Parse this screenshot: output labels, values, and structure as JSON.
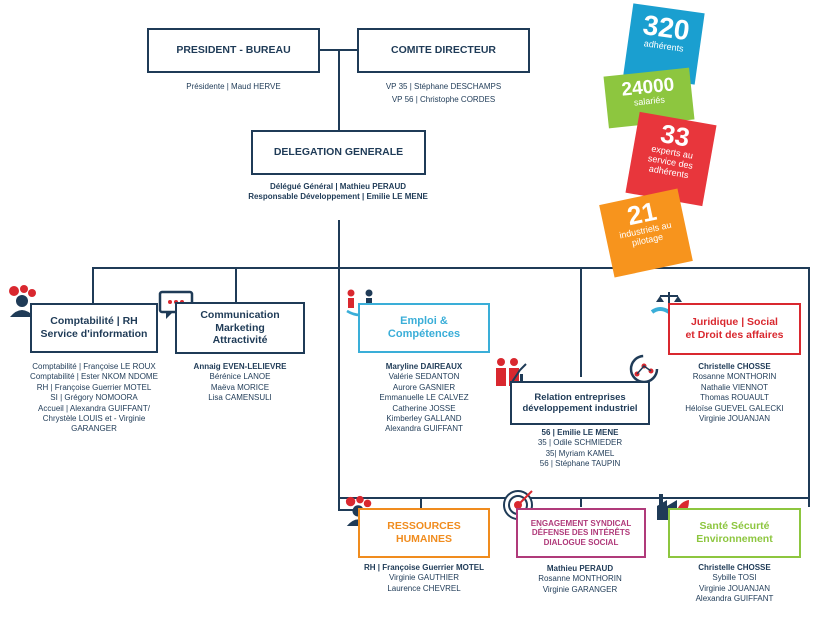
{
  "boxes": {
    "president": "PRESIDENT - BUREAU",
    "comite": "COMITE DIRECTEUR",
    "delegation": "DELEGATION GENERALE",
    "compta_l1": "Comptabilité | RH",
    "compta_l2": "Service d'information",
    "comm_l1": "Communication",
    "comm_l2": "Marketing",
    "comm_l3": "Attractivité",
    "emploi_l1": "Emploi &",
    "emploi_l2": "Compétences",
    "relation_l1": "Relation entreprises",
    "relation_l2": "développement industriel",
    "juridique_l1": "Juridique | Social",
    "juridique_l2": "et Droit des affaires",
    "rh_l1": "RESSOURCES",
    "rh_l2": "HUMAINES",
    "engagement_l1": "ENGAGEMENT SYNDICAL",
    "engagement_l2": "DÉFENSE DES INTÉRÊTS",
    "engagement_l3": "DIALOGUE SOCIAL",
    "sante_l1": "Santé Sécurté",
    "sante_l2": "Environnement"
  },
  "people": {
    "president": [
      "Présidente | Maud HERVE"
    ],
    "comite": [
      "VP 35 | Stéphane DESCHAMPS",
      "VP 56 | Christophe CORDES"
    ],
    "delegation": [
      "Délégué Général | Mathieu PERAUD",
      "Responsable Développement | Emilie LE MENE"
    ],
    "compta": [
      "Comptabilité | Françoise LE ROUX",
      "Comptabilité | Ester NKOM NDOME",
      "RH | Françoise Guerrier MOTEL",
      "SI | Grégory NOMOORA",
      "Accueil | Alexandra GUIFFANT/",
      "Chrystèle LOUIS et - Virginie",
      "GARANGER"
    ],
    "comm": [
      "Annaig EVEN-LELIEVRE",
      "Bérénice LANOE",
      "Maëva MORICE",
      "Lisa CAMENSULI"
    ],
    "emploi": [
      "Maryline DAIREAUX",
      "Valérie SEDANTON",
      "Aurore GASNIER",
      "Emmanuelle LE CALVEZ",
      "Catherine JOSSE",
      "Kimberley GALLAND",
      "Alexandra GUIFFANT"
    ],
    "relation": [
      "56 | Emilie LE MENE",
      "35 | Odile SCHMIEDER",
      "35| Myriam KAMEL",
      "56 | Stéphane TAUPIN"
    ],
    "juridique": [
      "Christelle CHOSSE",
      "Rosanne MONTHORIN",
      "Nathalie VIENNOT",
      "Thomas ROUAULT",
      "Héloïse GUEVEL GALECKI",
      "Virginie JOUANJAN"
    ],
    "rh": [
      "RH | Françoise Guerrier MOTEL",
      "Virginie GAUTHIER",
      "Laurence CHEVREL"
    ],
    "engagement": [
      "Mathieu PERAUD",
      "Rosanne MONTHORIN",
      "Virginie GARANGER"
    ],
    "sante": [
      "Christelle CHOSSE",
      "Sybille TOSI",
      "Virginie JOUANJAN",
      "Alexandra GUIFFANT"
    ]
  },
  "stickers": {
    "s1": {
      "num": "320",
      "txt": "adhérents",
      "color": "#1a9fd0"
    },
    "s2": {
      "num": "24000",
      "txt": "salariés",
      "color": "#8dc63f"
    },
    "s3": {
      "num": "33",
      "txt": "experts au service des adhérents",
      "color": "#e8363c"
    },
    "s4": {
      "num": "21",
      "txt": "industriels au pilotage",
      "color": "#f7941d"
    }
  },
  "colors": {
    "navy": "#1f3b57",
    "cyan": "#3aaed8",
    "red": "#d9282f",
    "orange": "#f08c1e",
    "magenta": "#b03a7a",
    "green": "#8dc63f"
  }
}
